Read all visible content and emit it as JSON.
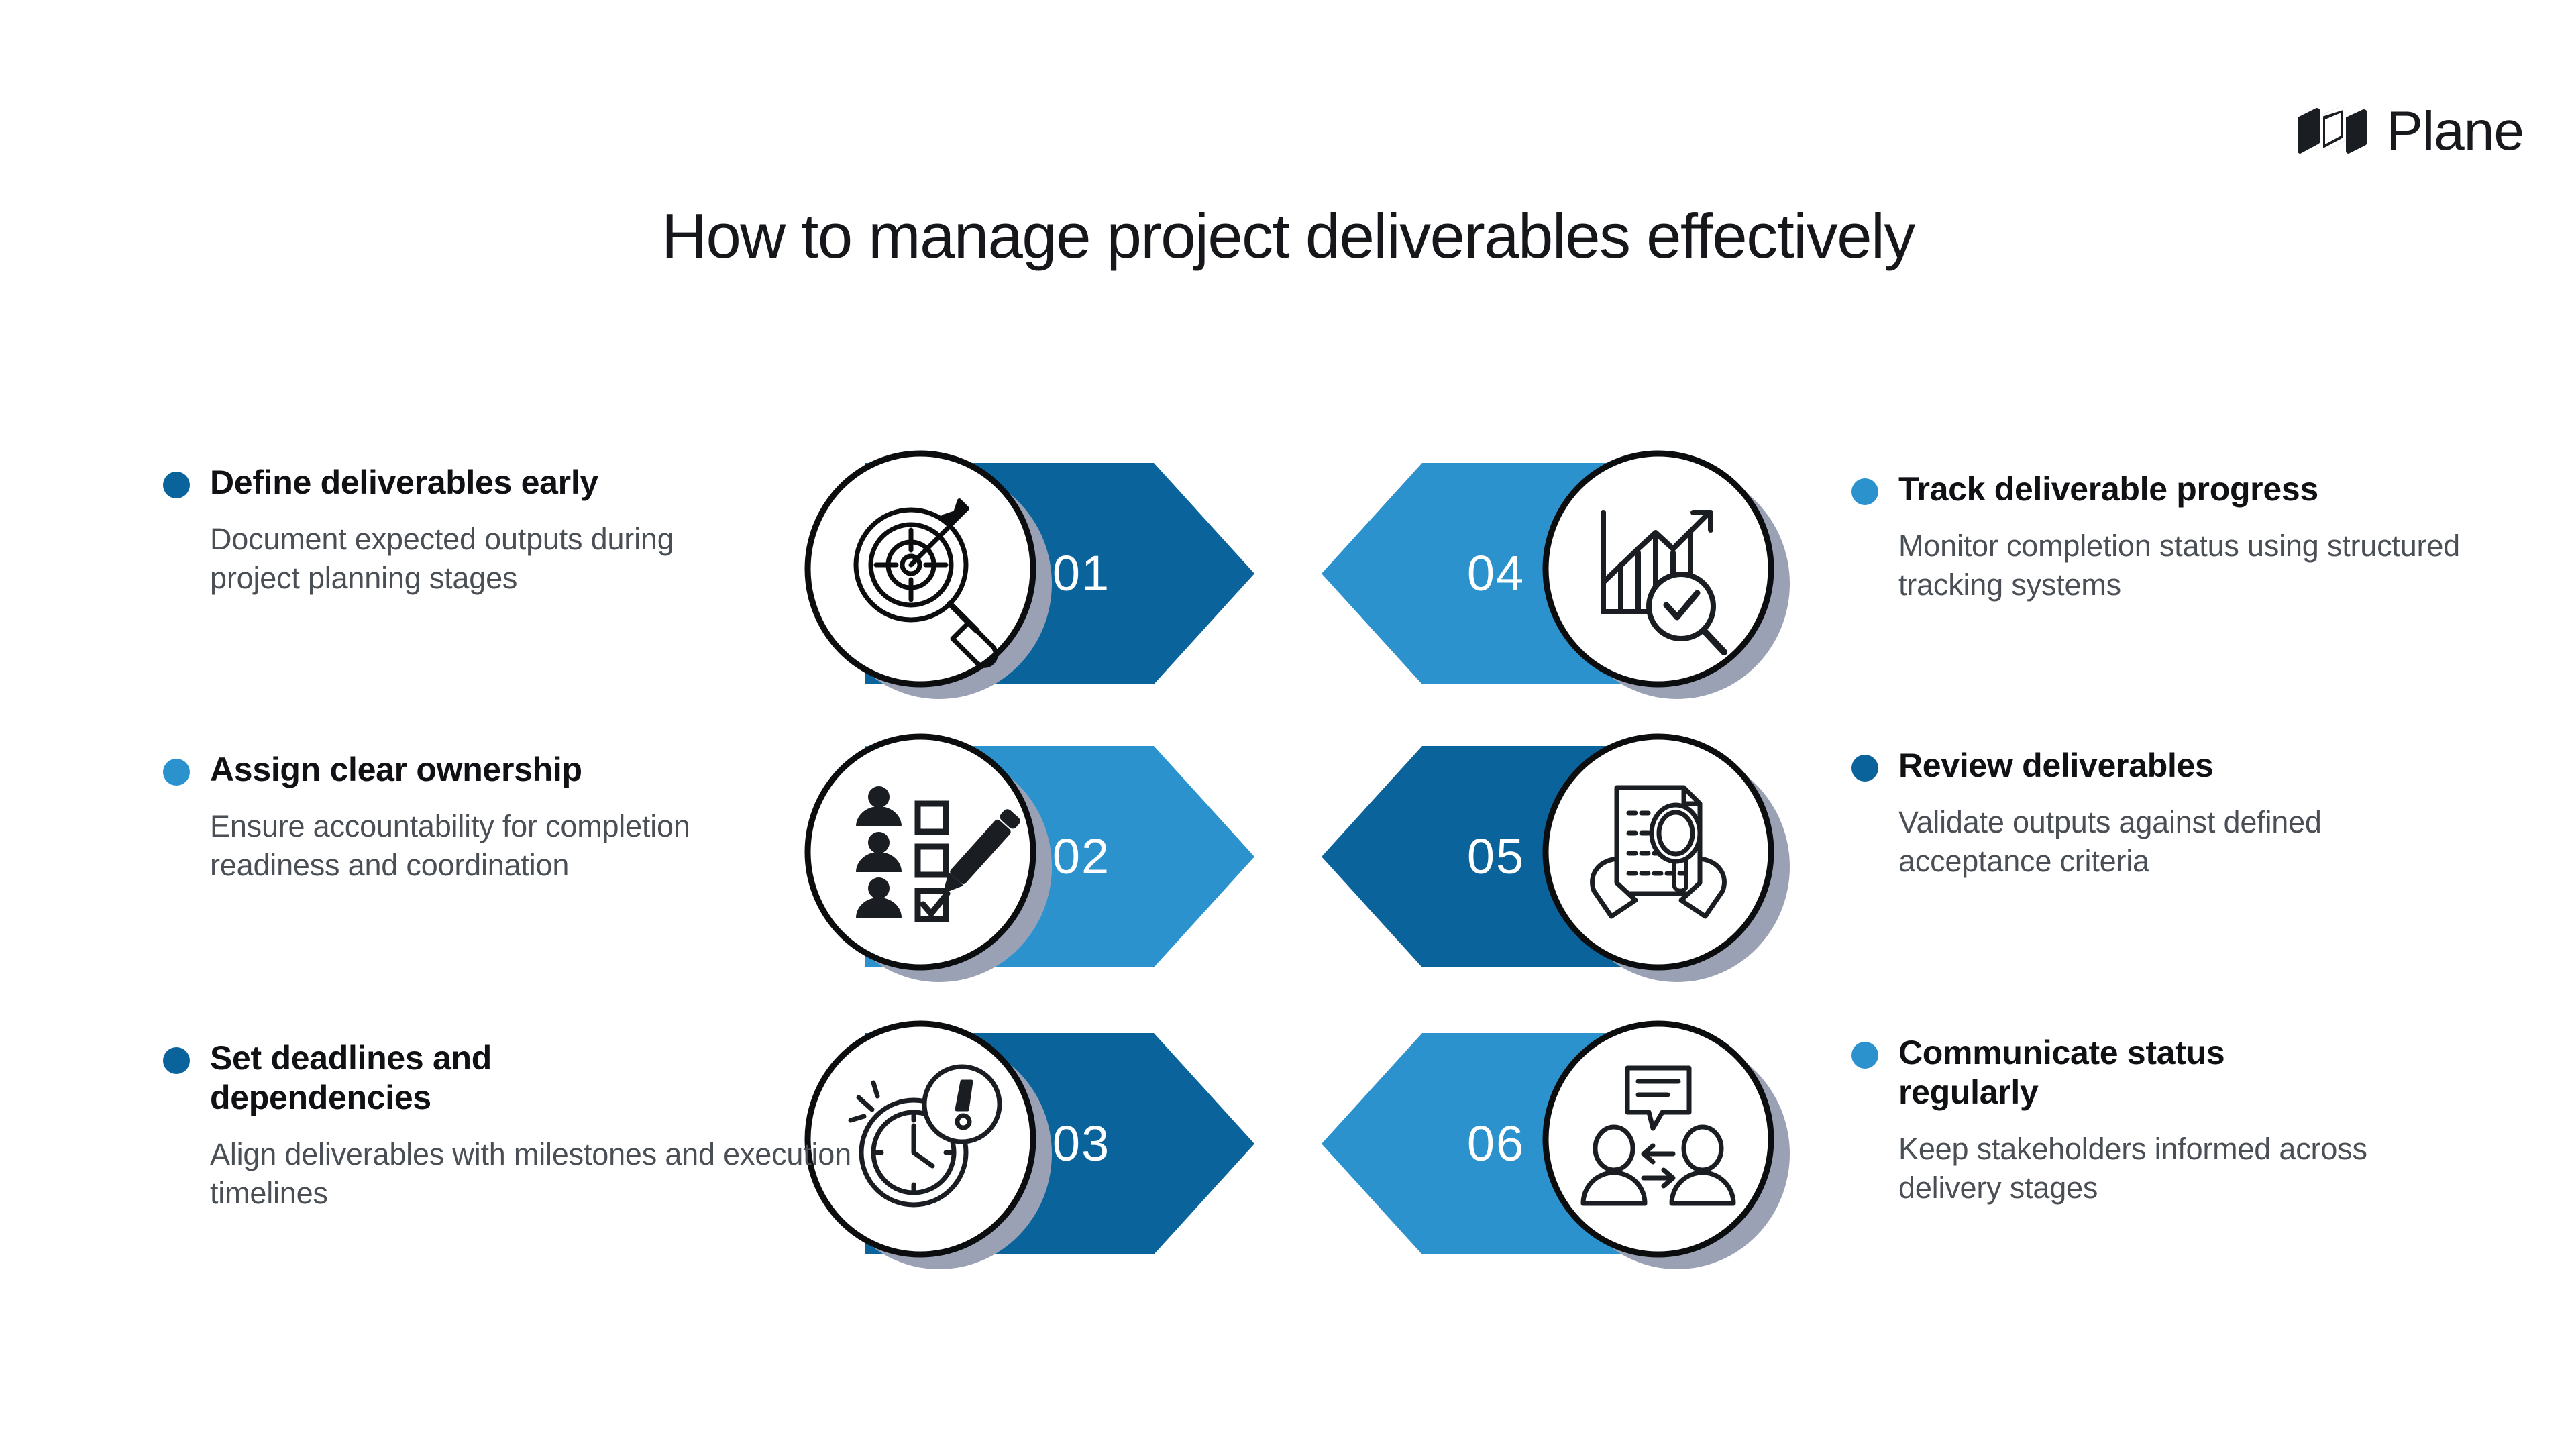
{
  "brand": {
    "name": "Plane",
    "logo_icon": "plane-logo-icon"
  },
  "title": "How to manage project deliverables effectively",
  "colors": {
    "dark_blue": "#0a639b",
    "light_blue": "#2b92ce",
    "shadow_gray": "#9aa1b4",
    "heading_text": "#101114",
    "body_text": "#4a4f55",
    "number_text": "#ffffff",
    "background": "#ffffff"
  },
  "steps": [
    {
      "number": "01",
      "heading": "Define deliverables early",
      "description": "Document expected outputs during project planning stages",
      "icon": "target-magnifier-icon",
      "arrow_color": "dark",
      "bullet_color": "dark",
      "side": "left"
    },
    {
      "number": "02",
      "heading": "Assign clear ownership",
      "description": "Ensure accountability for completion readiness and coordination",
      "icon": "people-checklist-pencil-icon",
      "arrow_color": "light",
      "bullet_color": "light",
      "side": "left"
    },
    {
      "number": "03",
      "heading": "Set deadlines and dependencies",
      "description": "Align deliverables with milestones and execution timelines",
      "icon": "clock-alert-icon",
      "arrow_color": "dark",
      "bullet_color": "dark",
      "side": "left"
    },
    {
      "number": "04",
      "heading": "Track deliverable progress",
      "description": "Monitor completion status using structured tracking systems",
      "icon": "bar-chart-magnifier-check-icon",
      "arrow_color": "light",
      "bullet_color": "light",
      "side": "right"
    },
    {
      "number": "05",
      "heading": "Review deliverables",
      "description": "Validate outputs against defined acceptance criteria",
      "icon": "hands-document-magnifier-icon",
      "arrow_color": "dark",
      "bullet_color": "dark",
      "side": "right"
    },
    {
      "number": "06",
      "heading": "Communicate status regularly",
      "description": "Keep stakeholders informed across delivery stages",
      "icon": "people-exchange-chat-icon",
      "arrow_color": "light",
      "bullet_color": "light",
      "side": "right"
    }
  ]
}
